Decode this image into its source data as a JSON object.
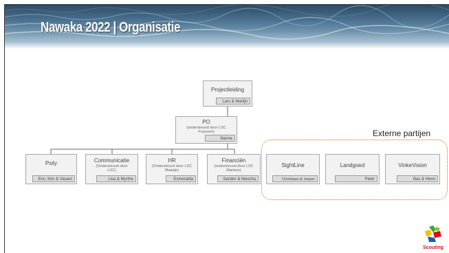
{
  "slide": {
    "title": "Nawaka 2022 | Organisatie"
  },
  "org": {
    "root": {
      "title": "Projectleiding",
      "people": "Lars & Marlijn"
    },
    "po": {
      "title": "PO",
      "sub": "(ondersteund door LSC Francien)",
      "people": "Nanne"
    },
    "departments": [
      {
        "title": "Psily",
        "sub": "",
        "people": "Eric, Kim & Vacant"
      },
      {
        "title": "Communicatie",
        "sub": "(Ondersteund door LSC)",
        "people": "Lisa & Myrthe"
      },
      {
        "title": "HR",
        "sub": "(Ondersteund door LSC Maartje)",
        "people": "Esmeralda"
      },
      {
        "title": "Financiën",
        "sub": "(ondersteund door LSC Marloes)",
        "people": "Sander & Mascha"
      }
    ],
    "external": {
      "label": "Externe partijen",
      "partners": [
        {
          "title": "SightLine",
          "people": "Christiaan & Jasper"
        },
        {
          "title": "Landgoed",
          "people": "Peter"
        },
        {
          "title": "VinkeVision",
          "people": "Bas & Henri"
        }
      ]
    }
  },
  "logo": {
    "text": "Scouting",
    "name": "scouting-logo"
  },
  "colors": {
    "external_border": "#cc6a1f",
    "logo_red": "#d4101c"
  }
}
